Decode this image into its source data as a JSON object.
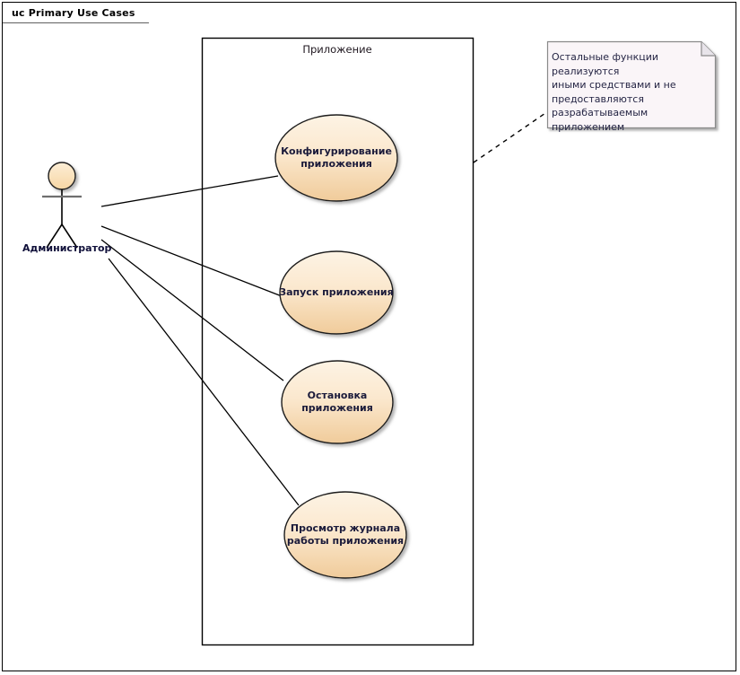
{
  "diagram": {
    "tab_title": "uc Primary Use Cases",
    "boundary_label": "Приложение",
    "actor": {
      "name": "Администратор",
      "icon": "stick-figure-actor-icon"
    },
    "use_cases": [
      {
        "id": "uc-configure",
        "label": "Конфигурирование\nприложения"
      },
      {
        "id": "uc-start",
        "label": "Запуск приложения"
      },
      {
        "id": "uc-stop",
        "label": "Остановка\nприложения"
      },
      {
        "id": "uc-view-log",
        "label": "Просмотр журнала\nработы приложения"
      }
    ],
    "note": {
      "text": "Остальные функции реализуются\nиными средствами и не\nпредоставляются\nразрабатываемым приложением"
    },
    "colors": {
      "use_case_fill_top": "#fdf0dd",
      "use_case_fill_bottom": "#f2ceA0",
      "use_case_stroke": "#1a1a1a",
      "actor_head_fill": "#fadfb4",
      "note_fill": "#faf5f8",
      "note_stroke": "#8a8a8a",
      "line_color": "#000000",
      "frame_color": "#000000"
    }
  }
}
